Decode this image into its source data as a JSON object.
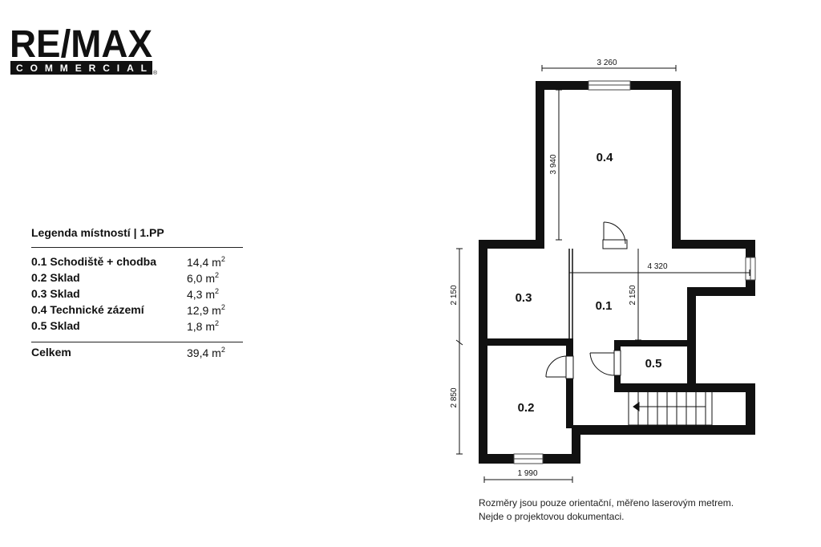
{
  "logo": {
    "brand": "RE/MAX",
    "sub": "COMMERCIAL",
    "mark": "®"
  },
  "legend": {
    "title": "Legenda místností | 1.PP",
    "area_unit": "m",
    "area_exp": "2",
    "rooms": [
      {
        "name": "0.1 Schodiště + chodba",
        "area": "14,4"
      },
      {
        "name": "0.2 Sklad",
        "area": "6,0"
      },
      {
        "name": "0.3 Sklad",
        "area": "4,3"
      },
      {
        "name": "0.4 Technické zázemí",
        "area": "12,9"
      },
      {
        "name": "0.5 Sklad",
        "area": "1,8"
      }
    ],
    "total_label": "Celkem",
    "total_area": "39,4"
  },
  "plan": {
    "room_labels": [
      "0.1",
      "0.2",
      "0.3",
      "0.4",
      "0.5"
    ],
    "dimensions": {
      "top_width": "3 260",
      "room04_height": "3 940",
      "corridor_width": "4 320",
      "room01_height": "2 150",
      "left_upper_height": "2 150",
      "left_lower_height": "2 850",
      "bottom_width": "1 990"
    }
  },
  "note": {
    "line1": "Rozměry jsou pouze orientační, měřeno laserovým metrem.",
    "line2": "Nejde o projektovou dokumentaci."
  }
}
